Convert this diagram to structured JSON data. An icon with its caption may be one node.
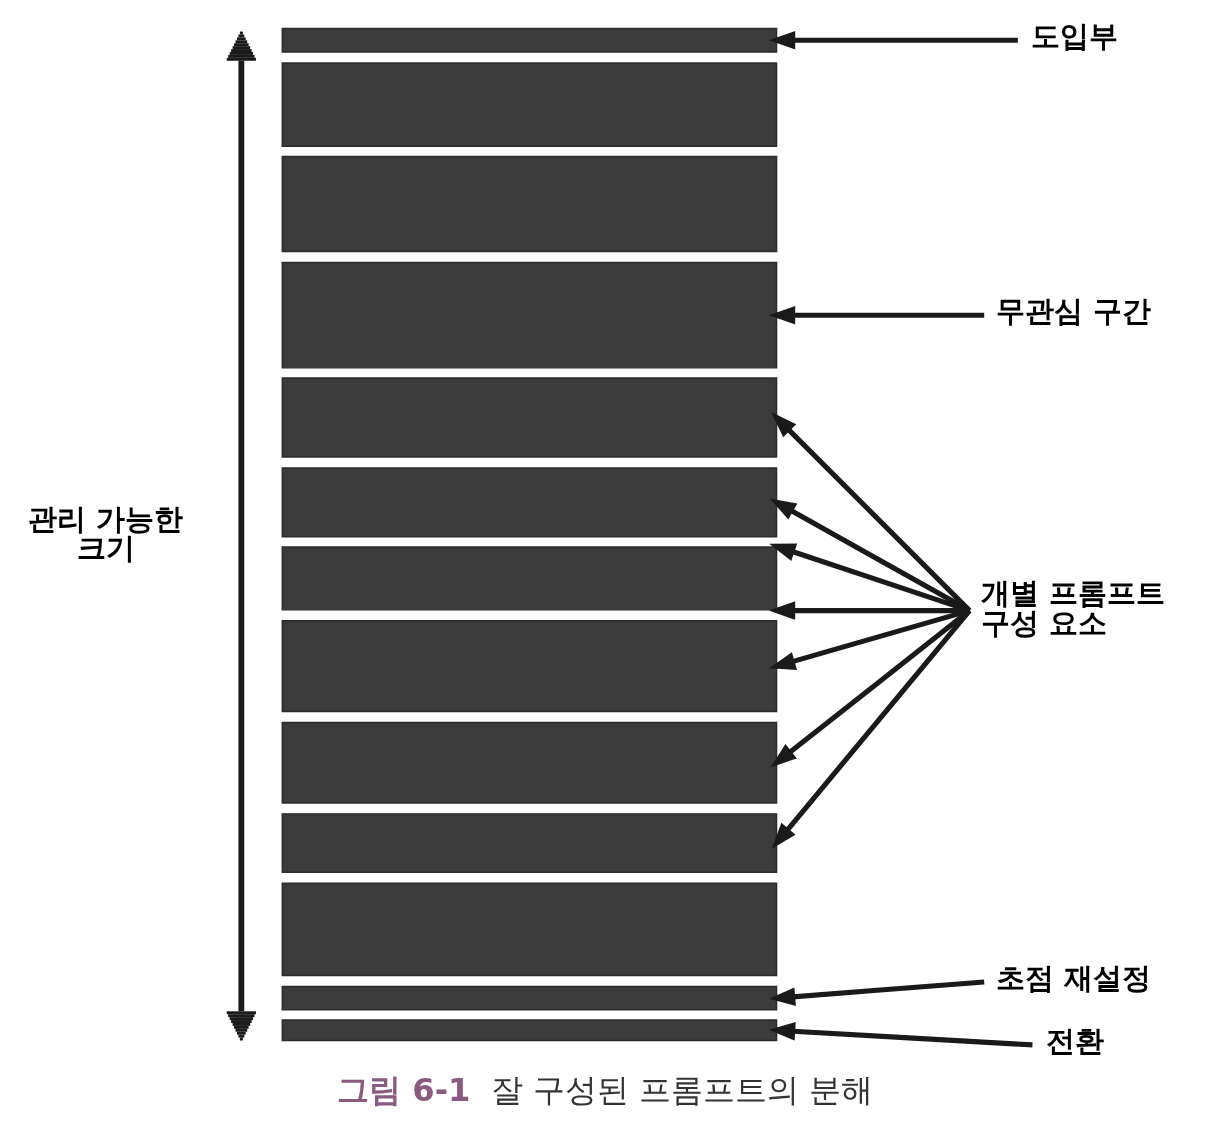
{
  "diagram": {
    "caption": "그림 6-1 잘 구성된 프롬프트의 분해",
    "nodes": [
      {
        "text": [],
        "shape": "box"
      },
      {
        "text": [],
        "shape": "box"
      },
      {
        "text": [],
        "shape": "box"
      },
      {
        "text": [],
        "shape": "box"
      },
      {
        "text": [],
        "shape": "box"
      },
      {
        "text": [],
        "shape": "box"
      },
      {
        "text": [],
        "shape": "box"
      },
      {
        "text": [],
        "shape": "box"
      },
      {
        "text": [],
        "shape": "box"
      },
      {
        "text": [],
        "shape": "box"
      },
      {
        "text": [],
        "shape": "box"
      },
      {
        "text": [],
        "shape": "box"
      },
      {
        "text": [],
        "shape": "box"
      },
      {
        "text": [
          "도입부"
        ]
      },
      {
        "text": [
          "무관심 구간"
        ]
      },
      {
        "text": [
          "개별 프롬프트 구성 요소"
        ]
      },
      {
        "text": [
          "초점 재설정"
        ]
      },
      {
        "text": [
          "전환"
        ]
      }
    ],
    "edges": [
      {
        "from": 13,
        "to": 0,
        "arrow": "to"
      },
      {
        "from": 14,
        "to": 3,
        "arrow": "to"
      },
      {
        "from": 15,
        "to": 4,
        "arrow": "to"
      },
      {
        "from": 15,
        "to": 5,
        "arrow": "to"
      },
      {
        "from": 15,
        "to": 6,
        "arrow": "to"
      },
      {
        "from": 15,
        "to": 6,
        "arrow": "to"
      },
      {
        "from": 15,
        "to": 7,
        "arrow": "to"
      },
      {
        "from": 15,
        "to": 8,
        "arrow": "to"
      },
      {
        "from": 15,
        "to": 9,
        "arrow": "to"
      },
      {
        "from": 16,
        "to": 11,
        "arrow": "to"
      },
      {
        "from": 17,
        "to": 12,
        "arrow": "to"
      }
    ],
    "labels": [
      "관리 가능한 크기"
    ]
  }
}
